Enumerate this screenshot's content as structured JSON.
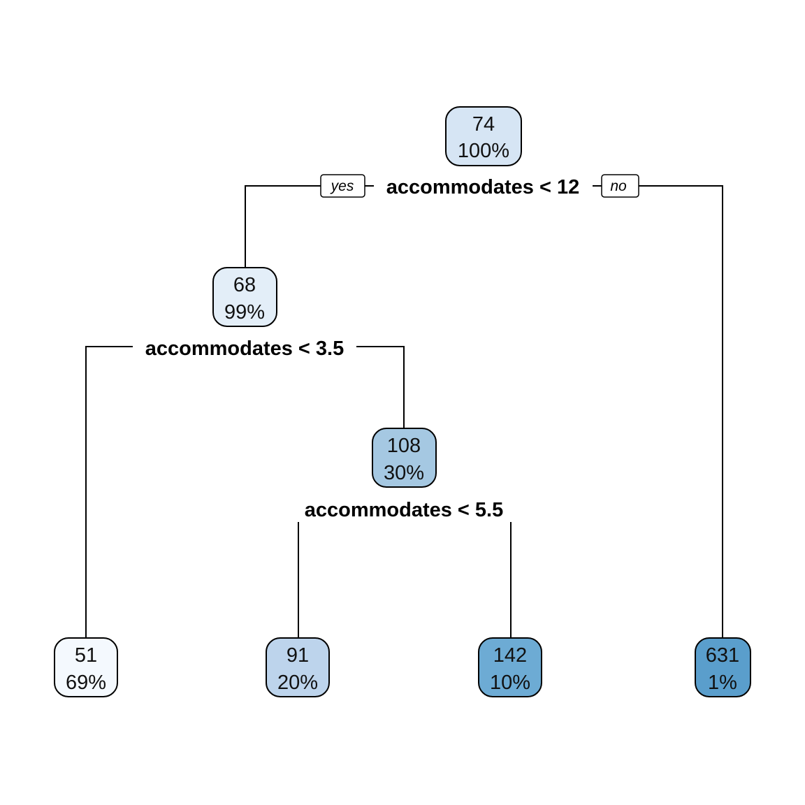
{
  "tree": {
    "palette": {
      "n74": "#d6e5f4",
      "n68": "#e3eef8",
      "n108": "#a5c8e2",
      "n51": "#f4f9fe",
      "n91": "#bdd4ec",
      "n142": "#6dabd4",
      "n631": "#5a9ecc",
      "edge": "#000000"
    },
    "nodes": {
      "n74": {
        "value": "74",
        "pct": "100%"
      },
      "n68": {
        "value": "68",
        "pct": "99%"
      },
      "n108": {
        "value": "108",
        "pct": "30%"
      },
      "n51": {
        "value": "51",
        "pct": "69%"
      },
      "n91": {
        "value": "91",
        "pct": "20%"
      },
      "n142": {
        "value": "142",
        "pct": "10%"
      },
      "n631": {
        "value": "631",
        "pct": "1%"
      }
    },
    "splits": {
      "s1": "accommodates < 12",
      "s2": "accommodates < 3.5",
      "s3": "accommodates < 5.5"
    },
    "tags": {
      "yes": "yes",
      "no": "no"
    }
  }
}
